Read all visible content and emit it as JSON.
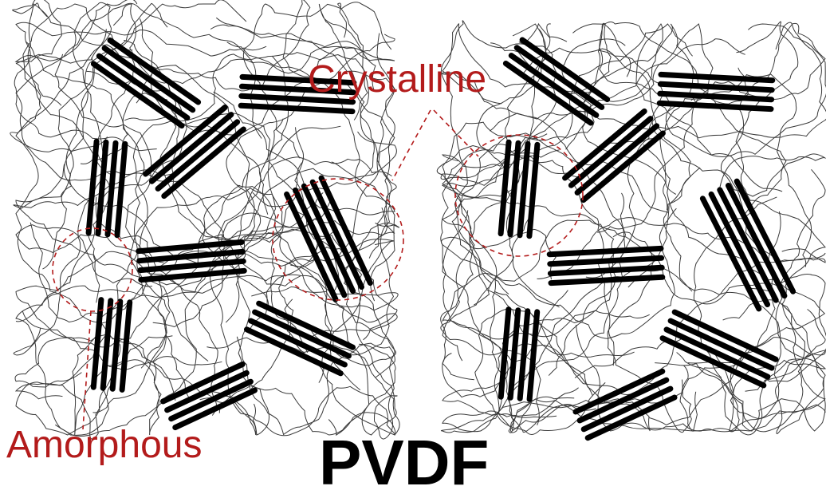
{
  "labels": {
    "crystalline": "Crystalline",
    "amorphous": "Amorphous",
    "title": "PVDF"
  },
  "colors": {
    "lamella": "#000000",
    "chain": "#3a3a3a",
    "annotation": "#b31b1b"
  }
}
